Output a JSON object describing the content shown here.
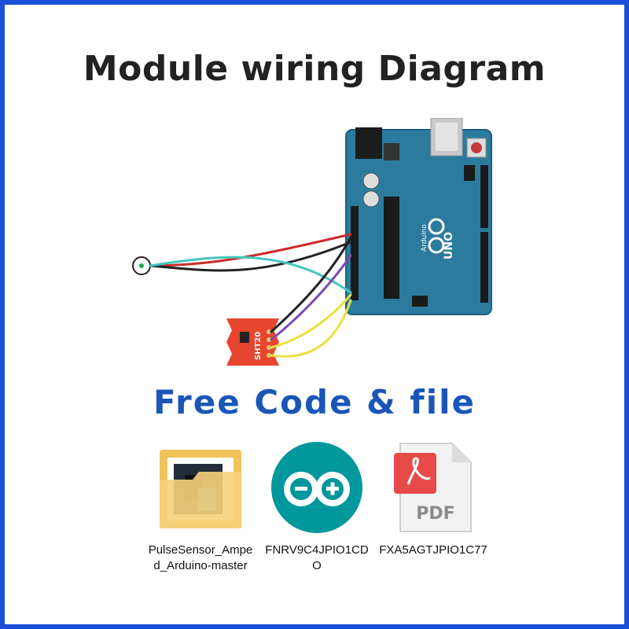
{
  "title": "Module wiring Diagram",
  "subtitle": "Free Code & file",
  "diagram": {
    "board_logo": "UNO",
    "board_brand": "Arduino",
    "sensor_label": "SHT20"
  },
  "files": [
    {
      "label": "PulseSensor_Amped_Arduino-master",
      "icon": "folder-icon"
    },
    {
      "label": "FNRV9C4JPIO1CDO",
      "icon": "arduino-icon"
    },
    {
      "label": "FXA5AGTJPIO1C77",
      "icon": "pdf-icon"
    }
  ],
  "pdf_icon_text": "PDF",
  "colors": {
    "border": "#1a4fd8",
    "subtitle": "#1a56b8",
    "board": "#2b7b9e",
    "arduino_teal": "#00979d",
    "sensor": "#e8452f",
    "pdf_red": "#e84a4a"
  }
}
